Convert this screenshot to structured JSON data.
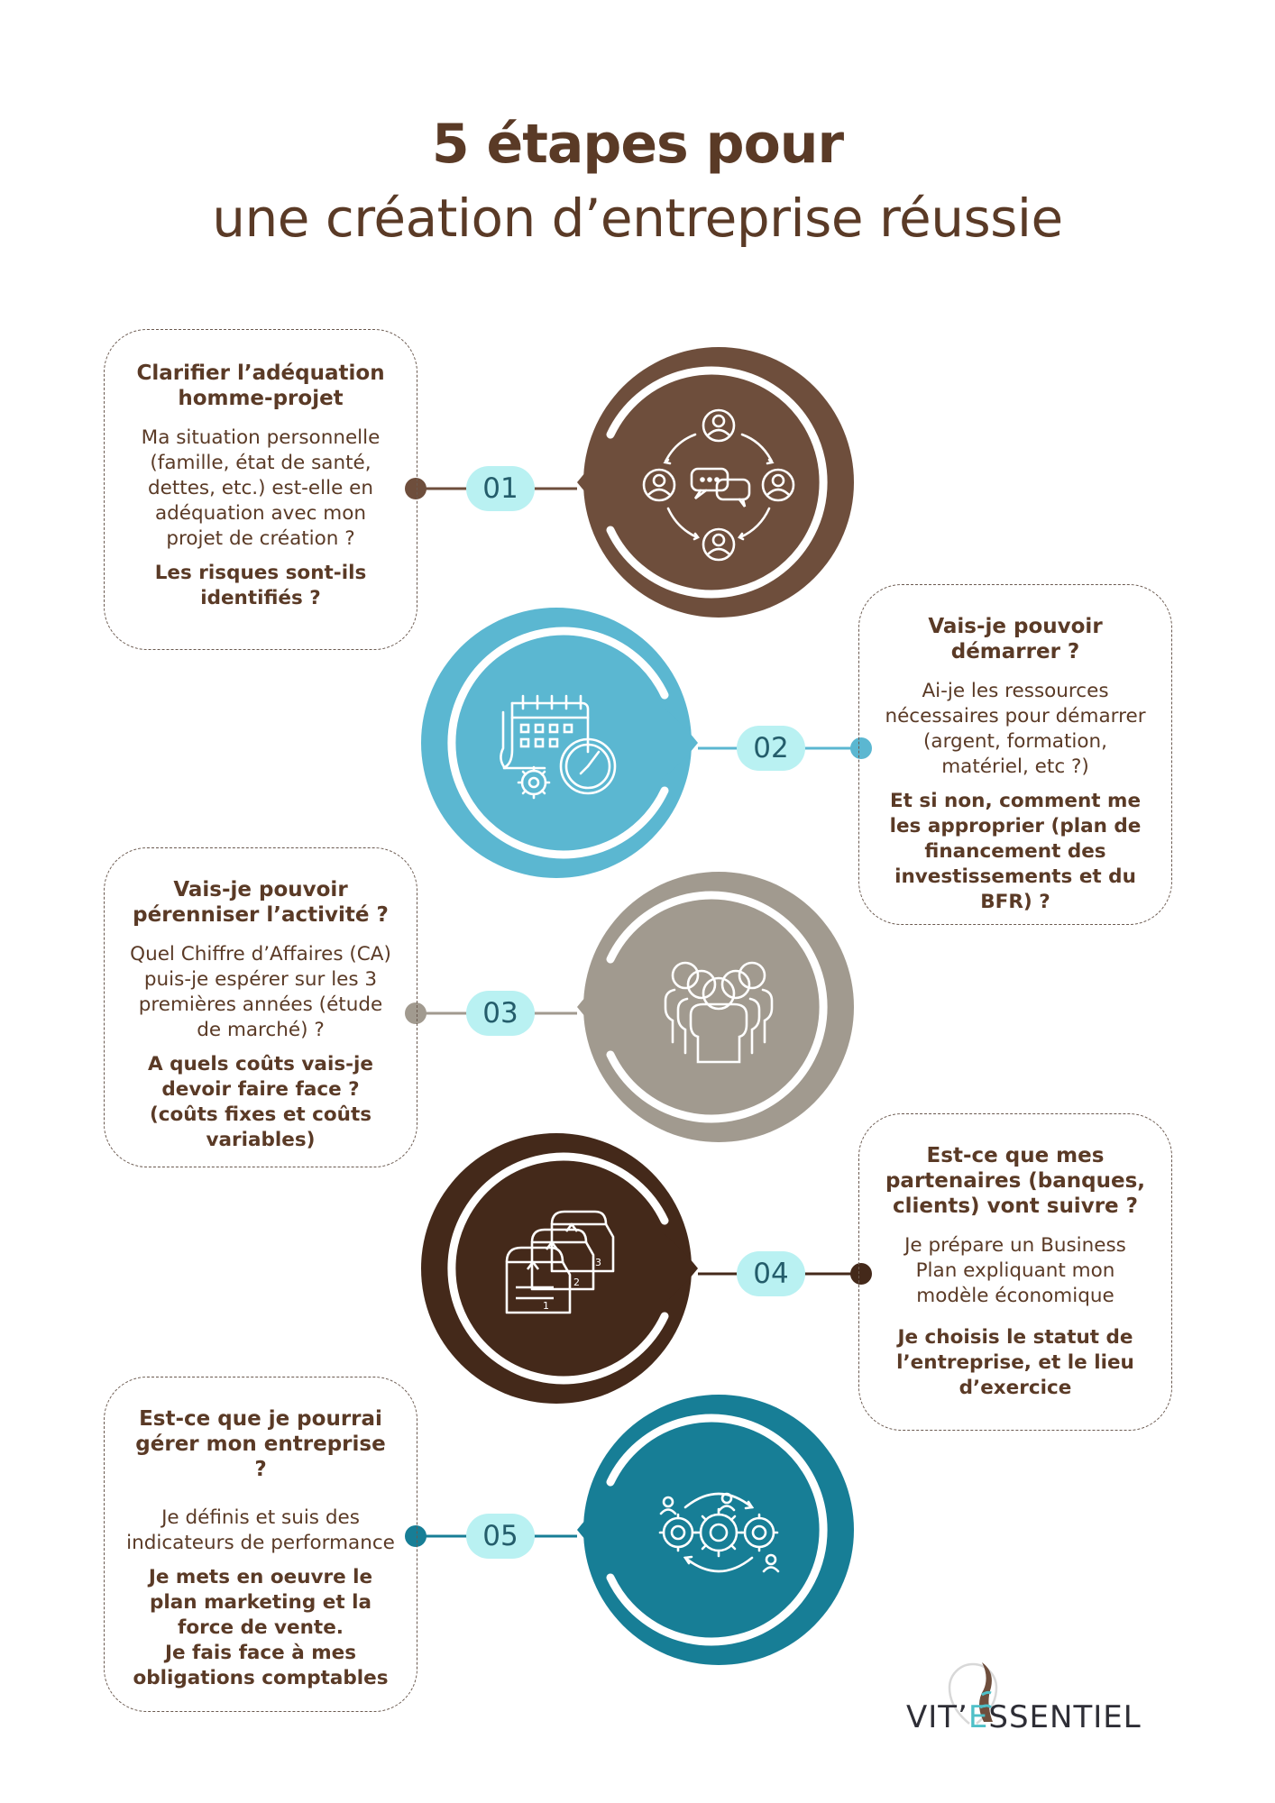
{
  "title": "5 étapes pour",
  "subtitle": "une création d’entreprise réussie",
  "colors": {
    "step1": "#6e4e3c",
    "step2": "#5bb7d1",
    "step3": "#a19a8f",
    "step4": "#44291a",
    "step5": "#177e96",
    "pill": "#b9f1f2",
    "text": "#5a3a26"
  },
  "steps": [
    {
      "number": "01",
      "title": "Clarifier l’adéquation homme-projet",
      "body": "Ma situation personnelle (famille, état de santé, dettes, etc.) est-elle en adéquation avec mon projet de création ?",
      "bold": "Les risques sont-ils identifiés ?",
      "icon": "people-conversation-icon"
    },
    {
      "number": "02",
      "title": "Vais-je pouvoir démarrer ?",
      "body": "Ai-je les ressources nécessaires pour démarrer (argent, formation, matériel, etc ?)",
      "bold": "Et si non, comment me les approprier (plan de financement des investissements et du BFR) ?",
      "icon": "calendar-clock-gear-icon"
    },
    {
      "number": "03",
      "title": "Vais-je pouvoir pérenniser l’activité ?",
      "body": "Quel Chiffre d’Affaires (CA) puis-je espérer sur les 3 premières années (étude de marché) ?",
      "bold": "A quels coûts vais-je devoir faire face ? (coûts fixes et coûts variables)",
      "icon": "crowd-icon"
    },
    {
      "number": "04",
      "title": "Est-ce que mes partenaires (banques, clients) vont suivre ?",
      "body": "Je prépare un Business Plan expliquant mon modèle économique",
      "bold": "Je choisis le statut de l’entreprise, et le lieu d’exercice",
      "icon": "steps-folders-icon"
    },
    {
      "number": "05",
      "title": "Est-ce que je pourrai gérer mon entreprise ?",
      "body": "Je définis et suis des indicateurs de performance",
      "bold": "Je mets en oeuvre le plan marketing et la force de vente.",
      "bold2": "Je fais face à mes obligations comptables",
      "icon": "gears-people-icon"
    }
  ],
  "logo": {
    "prefix": "VIT’",
    "accent": "E",
    "suffix": "SSENTIEL",
    "icon": "lightbulb-logo-icon"
  }
}
